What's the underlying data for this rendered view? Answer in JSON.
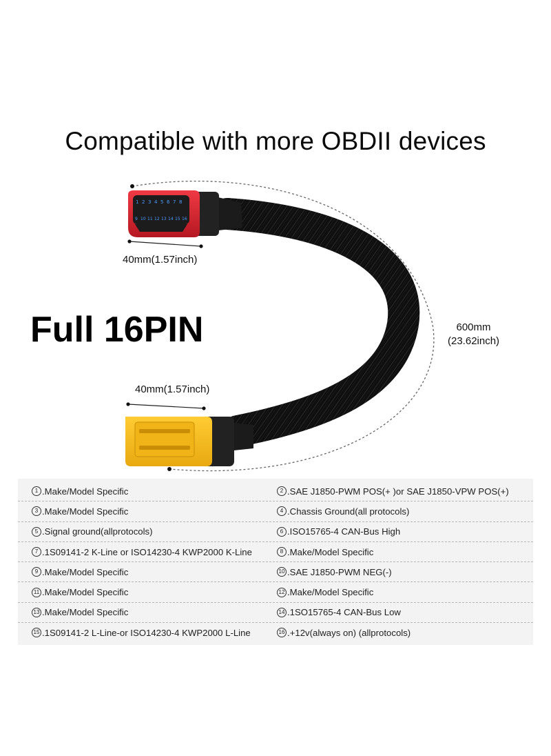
{
  "headline": "Compatible with more OBDII devices",
  "badge": "Full 16PIN",
  "dimensions": {
    "female_width": "40mm(1.57inch)",
    "male_width": "40mm(1.57inch)",
    "cable_length_mm": "600mm",
    "cable_length_inch": "(23.62inch)"
  },
  "connector_pins": {
    "top_row": [
      "1",
      "2",
      "3",
      "4",
      "5",
      "6",
      "7",
      "8"
    ],
    "bottom_row": [
      "9",
      "10",
      "11",
      "12",
      "13",
      "14",
      "15",
      "16"
    ]
  },
  "colors": {
    "female_connector": "#d8232f",
    "male_connector": "#f5b820",
    "cable": "#121212",
    "table_background": "#f3f3f3"
  },
  "pin_table": [
    {
      "left_num": "1",
      "left_text": ".Make/Model Specific",
      "right_num": "2",
      "right_text": ".SAE J1850-PWM POS(+ )or SAE J1850-VPW POS(+)"
    },
    {
      "left_num": "3",
      "left_text": ".Make/Model Specific",
      "right_num": "4",
      "right_text": ".Chassis Ground(all protocols)"
    },
    {
      "left_num": "5",
      "left_text": ".Signal ground(allprotocols)",
      "right_num": "6",
      "right_text": ".ISO15765-4 CAN-Bus High"
    },
    {
      "left_num": "7",
      "left_text": ".1S09141-2 K-Line or ISO14230-4 KWP2000 K-Line",
      "right_num": "8",
      "right_text": ".Make/Model Specific"
    },
    {
      "left_num": "9",
      "left_text": ".Make/Model Specific",
      "right_num": "10",
      "right_text": ".SAE J1850-PWM NEG(-)"
    },
    {
      "left_num": "11",
      "left_text": ".Make/Model Specific",
      "right_num": "12",
      "right_text": ".Make/Model Specific"
    },
    {
      "left_num": "13",
      "left_text": ".Make/Model Specific",
      "right_num": "14",
      "right_text": ".1SO15765-4 CAN-Bus Low"
    },
    {
      "left_num": "15",
      "left_text": ".1S09141-2 L-Line-or ISO14230-4 KWP2000 L-Line",
      "right_num": "16",
      "right_text": ".+12v(always on) (allprotocols)"
    }
  ]
}
